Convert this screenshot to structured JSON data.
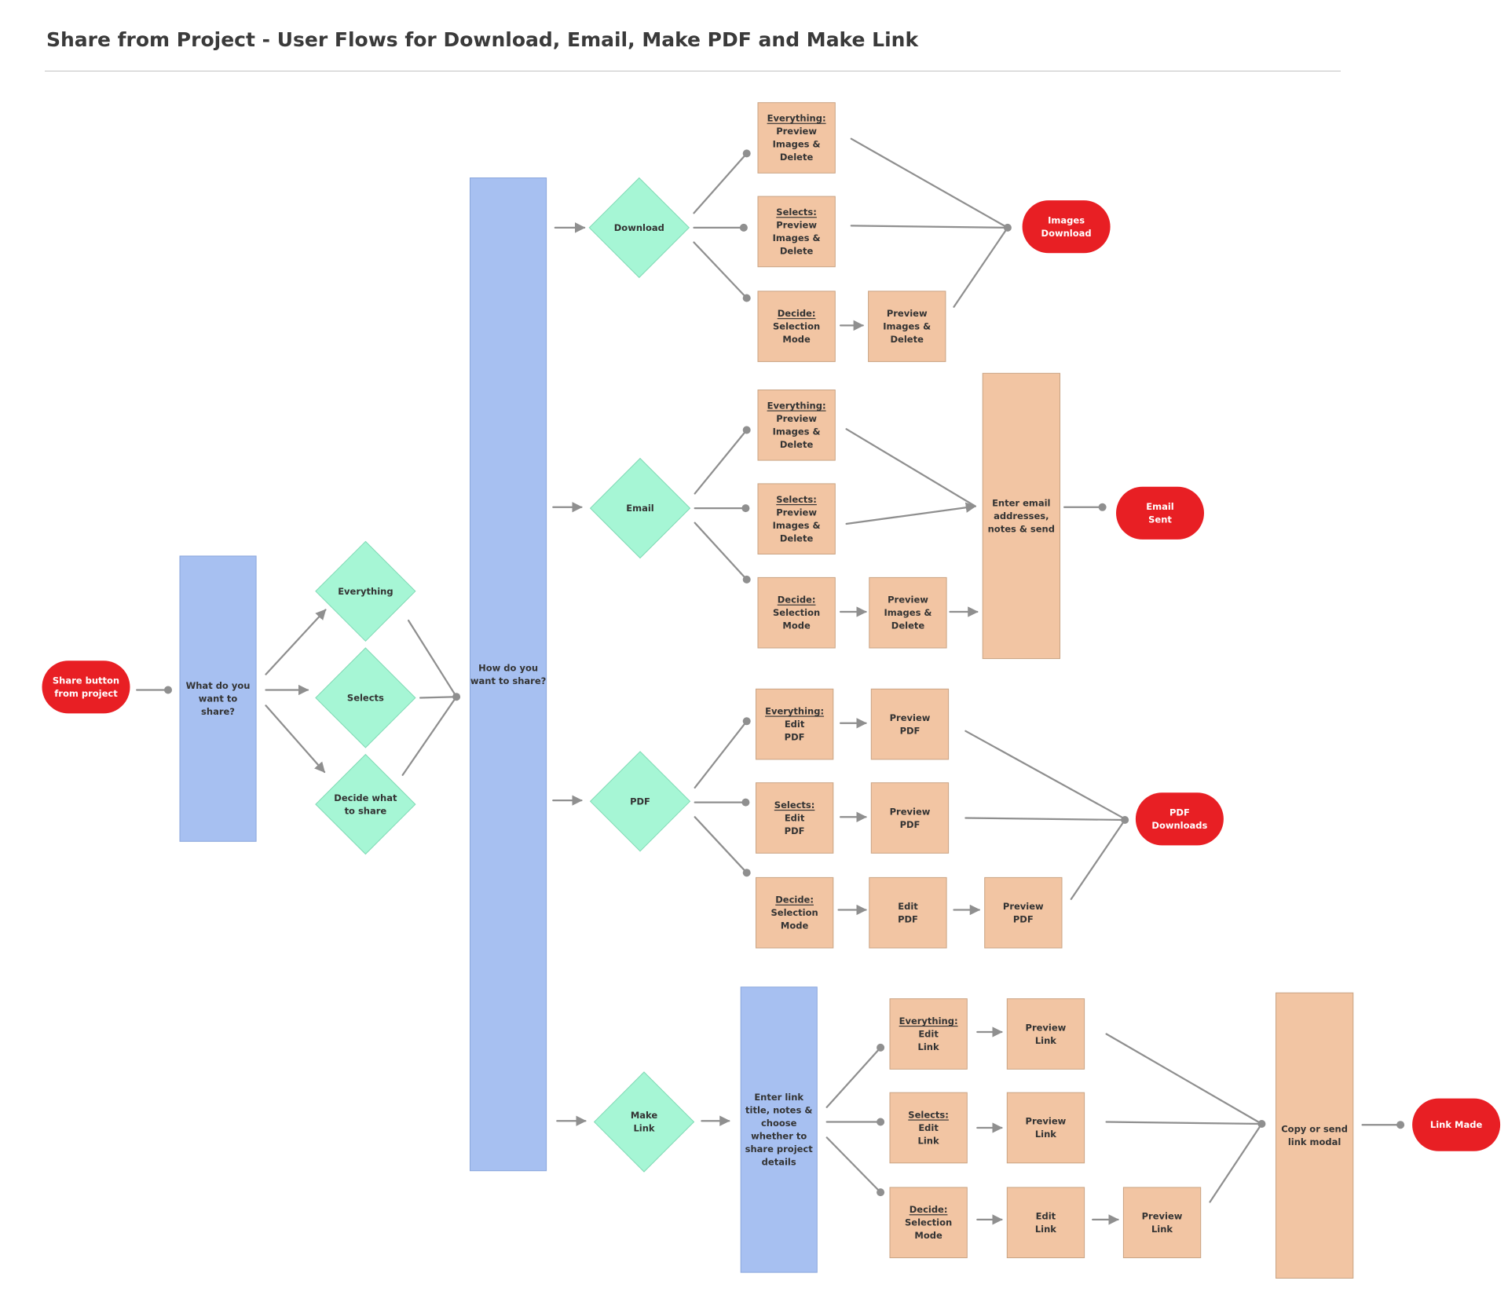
{
  "title": "Share from Project - User Flows for Download, Email, Make PDF and Make Link",
  "colors": {
    "process_blue": "#a7c0f1",
    "decision_green": "#a6f6d5",
    "step_peach": "#f2c5a3",
    "terminal_red": "#e81f24",
    "connector_gray": "#8f8f8f"
  },
  "nodes": {
    "start": [
      "Share button",
      "from project"
    ],
    "what_share": [
      "What do you",
      "want to",
      "share?"
    ],
    "everything": [
      "Everything"
    ],
    "selects": [
      "Selects"
    ],
    "decide_what": [
      "Decide what",
      "to share"
    ],
    "how_share": [
      "How do you",
      "want to share?"
    ],
    "download": [
      "Download"
    ],
    "email": [
      "Email"
    ],
    "pdf": [
      "PDF"
    ],
    "make_link": [
      "Make",
      "Link"
    ],
    "dl_everything": [
      "Everything:",
      "Preview",
      "Images &",
      "Delete"
    ],
    "dl_selects": [
      "Selects:",
      "Preview",
      "Images &",
      "Delete"
    ],
    "dl_decide": [
      "Decide:",
      "Selection",
      "Mode"
    ],
    "dl_preview": [
      "Preview",
      "Images &",
      "Delete"
    ],
    "dl_end": [
      "Images",
      "Download"
    ],
    "em_everything": [
      "Everything:",
      "Preview",
      "Images &",
      "Delete"
    ],
    "em_selects": [
      "Selects:",
      "Preview",
      "Images &",
      "Delete"
    ],
    "em_decide": [
      "Decide:",
      "Selection",
      "Mode"
    ],
    "em_preview": [
      "Preview",
      "Images &",
      "Delete"
    ],
    "em_enter": [
      "Enter email",
      "addresses,",
      "notes & send"
    ],
    "em_end": [
      "Email",
      "Sent"
    ],
    "pdf_everything": [
      "Everything:",
      "Edit",
      "PDF"
    ],
    "pdf_selects": [
      "Selects:",
      "Edit",
      "PDF"
    ],
    "pdf_decide": [
      "Decide:",
      "Selection",
      "Mode"
    ],
    "pdf_preview1": [
      "Preview",
      "PDF"
    ],
    "pdf_preview2": [
      "Preview",
      "PDF"
    ],
    "pdf_edit": [
      "Edit",
      "PDF"
    ],
    "pdf_preview3": [
      "Preview",
      "PDF"
    ],
    "pdf_end": [
      "PDF",
      "Downloads"
    ],
    "link_enter": [
      "Enter link",
      "title, notes &",
      "choose",
      "whether to",
      "share project",
      "details"
    ],
    "link_everything": [
      "Everything:",
      "Edit",
      "Link"
    ],
    "link_selects": [
      "Selects:",
      "Edit",
      "Link"
    ],
    "link_decide": [
      "Decide:",
      "Selection",
      "Mode"
    ],
    "link_preview1": [
      "Preview",
      "Link"
    ],
    "link_preview2": [
      "Preview",
      "Link"
    ],
    "link_edit": [
      "Edit",
      "Link"
    ],
    "link_preview3": [
      "Preview",
      "Link"
    ],
    "link_copy": [
      "Copy or send",
      "link modal"
    ],
    "link_end": [
      "Link Made"
    ]
  }
}
